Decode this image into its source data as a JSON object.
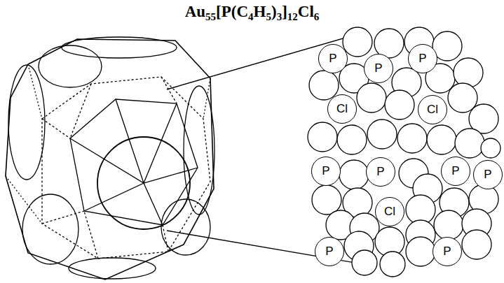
{
  "diagram": {
    "title": "Au55[P(C4H5)3]12Cl6",
    "nodes": [
      {
        "text": [
          "P"
        ]
      },
      {
        "text": [
          "P"
        ]
      },
      {
        "text": [
          "P"
        ]
      },
      {
        "text": [
          "Cl"
        ]
      },
      {
        "text": [
          "Cl"
        ]
      },
      {
        "text": [
          "P"
        ]
      },
      {
        "text": [
          "P"
        ]
      },
      {
        "text": [
          "P"
        ]
      },
      {
        "text": [
          "P"
        ]
      },
      {
        "text": [
          "Cl"
        ]
      },
      {
        "text": [
          "P"
        ]
      },
      {
        "text": [
          "P"
        ]
      }
    ]
  }
}
